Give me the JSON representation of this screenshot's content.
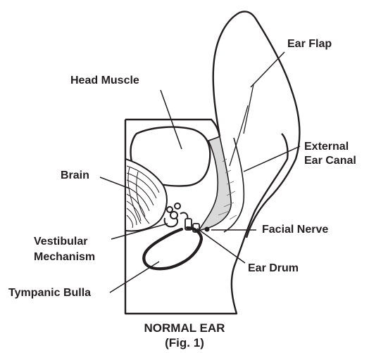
{
  "diagram": {
    "labels": {
      "ear_flap": "Ear Flap",
      "head_muscle": "Head Muscle",
      "external_ear_canal_line1": "External",
      "external_ear_canal_line2": "Ear Canal",
      "brain": "Brain",
      "facial_nerve": "Facial Nerve",
      "vestibular_mechanism_line1": "Vestibular",
      "vestibular_mechanism_line2": "Mechanism",
      "ear_drum": "Ear Drum",
      "tympanic_bulla": "Tympanic Bulla"
    },
    "caption": {
      "line1": "NORMAL EAR",
      "line2": "(Fig. 1)"
    }
  }
}
